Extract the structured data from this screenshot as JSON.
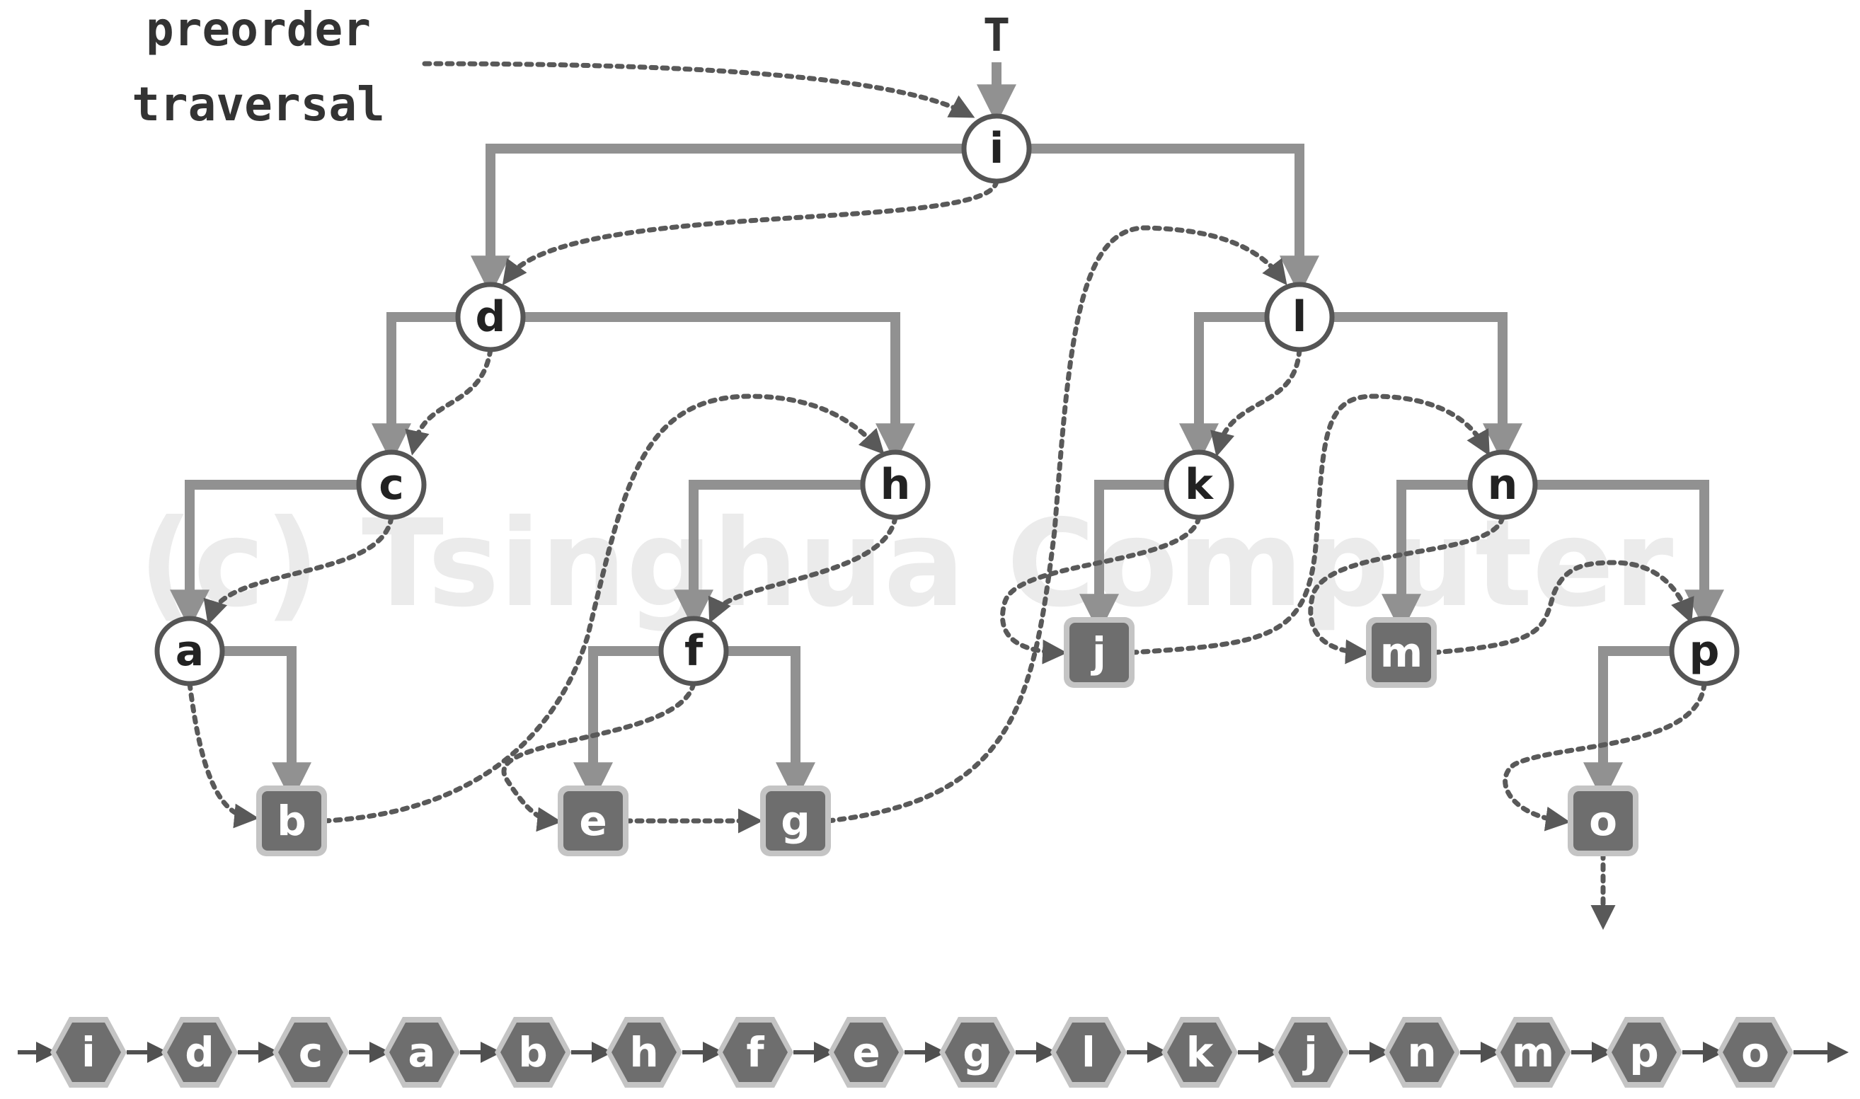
{
  "caption": {
    "line1": "preorder",
    "line2": "traversal"
  },
  "root_label": "T",
  "watermark": "(c) Tsinghua Computer",
  "tree": {
    "nodes": [
      {
        "id": "i",
        "label": "i",
        "kind": "internal"
      },
      {
        "id": "d",
        "label": "d",
        "kind": "internal"
      },
      {
        "id": "l",
        "label": "l",
        "kind": "internal"
      },
      {
        "id": "c",
        "label": "c",
        "kind": "internal"
      },
      {
        "id": "h",
        "label": "h",
        "kind": "internal"
      },
      {
        "id": "k",
        "label": "k",
        "kind": "internal"
      },
      {
        "id": "n",
        "label": "n",
        "kind": "internal"
      },
      {
        "id": "a",
        "label": "a",
        "kind": "internal"
      },
      {
        "id": "f",
        "label": "f",
        "kind": "internal"
      },
      {
        "id": "p",
        "label": "p",
        "kind": "internal"
      },
      {
        "id": "b",
        "label": "b",
        "kind": "leaf"
      },
      {
        "id": "e",
        "label": "e",
        "kind": "leaf"
      },
      {
        "id": "g",
        "label": "g",
        "kind": "leaf"
      },
      {
        "id": "j",
        "label": "j",
        "kind": "leaf"
      },
      {
        "id": "m",
        "label": "m",
        "kind": "leaf"
      },
      {
        "id": "o",
        "label": "o",
        "kind": "leaf"
      }
    ],
    "edges": [
      {
        "from": "i",
        "to": "d"
      },
      {
        "from": "i",
        "to": "l"
      },
      {
        "from": "d",
        "to": "c"
      },
      {
        "from": "d",
        "to": "h"
      },
      {
        "from": "c",
        "to": "a"
      },
      {
        "from": "a",
        "to": "b"
      },
      {
        "from": "h",
        "to": "f"
      },
      {
        "from": "f",
        "to": "e"
      },
      {
        "from": "f",
        "to": "g"
      },
      {
        "from": "l",
        "to": "k"
      },
      {
        "from": "l",
        "to": "n"
      },
      {
        "from": "k",
        "to": "j"
      },
      {
        "from": "n",
        "to": "m"
      },
      {
        "from": "n",
        "to": "p"
      },
      {
        "from": "p",
        "to": "o"
      }
    ]
  },
  "sequence": [
    "i",
    "d",
    "c",
    "a",
    "b",
    "h",
    "f",
    "e",
    "g",
    "l",
    "k",
    "j",
    "n",
    "m",
    "p",
    "o"
  ],
  "colors": {
    "edge": "#919191",
    "traversal": "#595959",
    "node_fill": "#ffffff",
    "node_stroke": "#555555",
    "leaf_fill": "#6e6e6e",
    "leaf_border": "#c4c4c4",
    "hex_fill": "#6e6e6e",
    "hex_border": "#c4c4c4"
  }
}
